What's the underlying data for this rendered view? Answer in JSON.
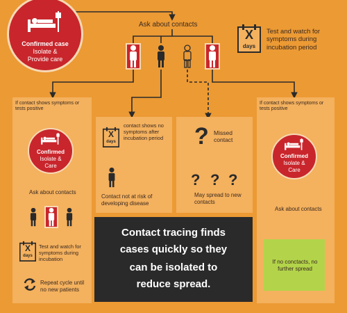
{
  "top": {
    "ask_label": "Ask about contacts",
    "test_watch_label": "Test and watch for symptoms during incubation period",
    "calendar_x": "X",
    "calendar_days": "days"
  },
  "confirmed_case": {
    "title": "Confirmed case",
    "line1": "Isolate &",
    "line2": "Provide care"
  },
  "left_panel": {
    "trigger": "If contact shows symptoms or tests positive",
    "confirmed_title": "Confirmed",
    "confirmed_line1": "Isolate &",
    "confirmed_line2": "Care",
    "ask_label": "Ask about contacts",
    "test_watch": "Test and watch for symptoms during incubation",
    "repeat": "Repeat cycle until no new patients"
  },
  "mid_left_panel": {
    "shows_no_symptoms": "contact shows no symptoms after incubation period",
    "not_at_risk": "Contact not at risk of developing disease"
  },
  "mid_right_panel": {
    "question_mark": "?",
    "missed": "Missed contact",
    "q1": "?",
    "q2": "?",
    "q3": "?",
    "may_spread": "May spread to new contacts"
  },
  "right_panel": {
    "trigger": "If contact shows symptoms or tests positive",
    "confirmed_title": "Confirmed",
    "confirmed_line1": "Isolate &",
    "confirmed_line2": "Care",
    "ask_label": "Ask about contacts",
    "no_contacts": "If no conctacts, no further spread"
  },
  "banner": {
    "line1": "Contact tracing finds",
    "line2": "cases quickly so they",
    "line3": "can be isolated to",
    "line4": "reduce spread."
  },
  "colors": {
    "background": "#ec9a34",
    "panel": "#f4b15e",
    "red": "#c8262c",
    "dark": "#2a2a2a",
    "green": "#b3d44a",
    "text": "#3a2a20"
  }
}
